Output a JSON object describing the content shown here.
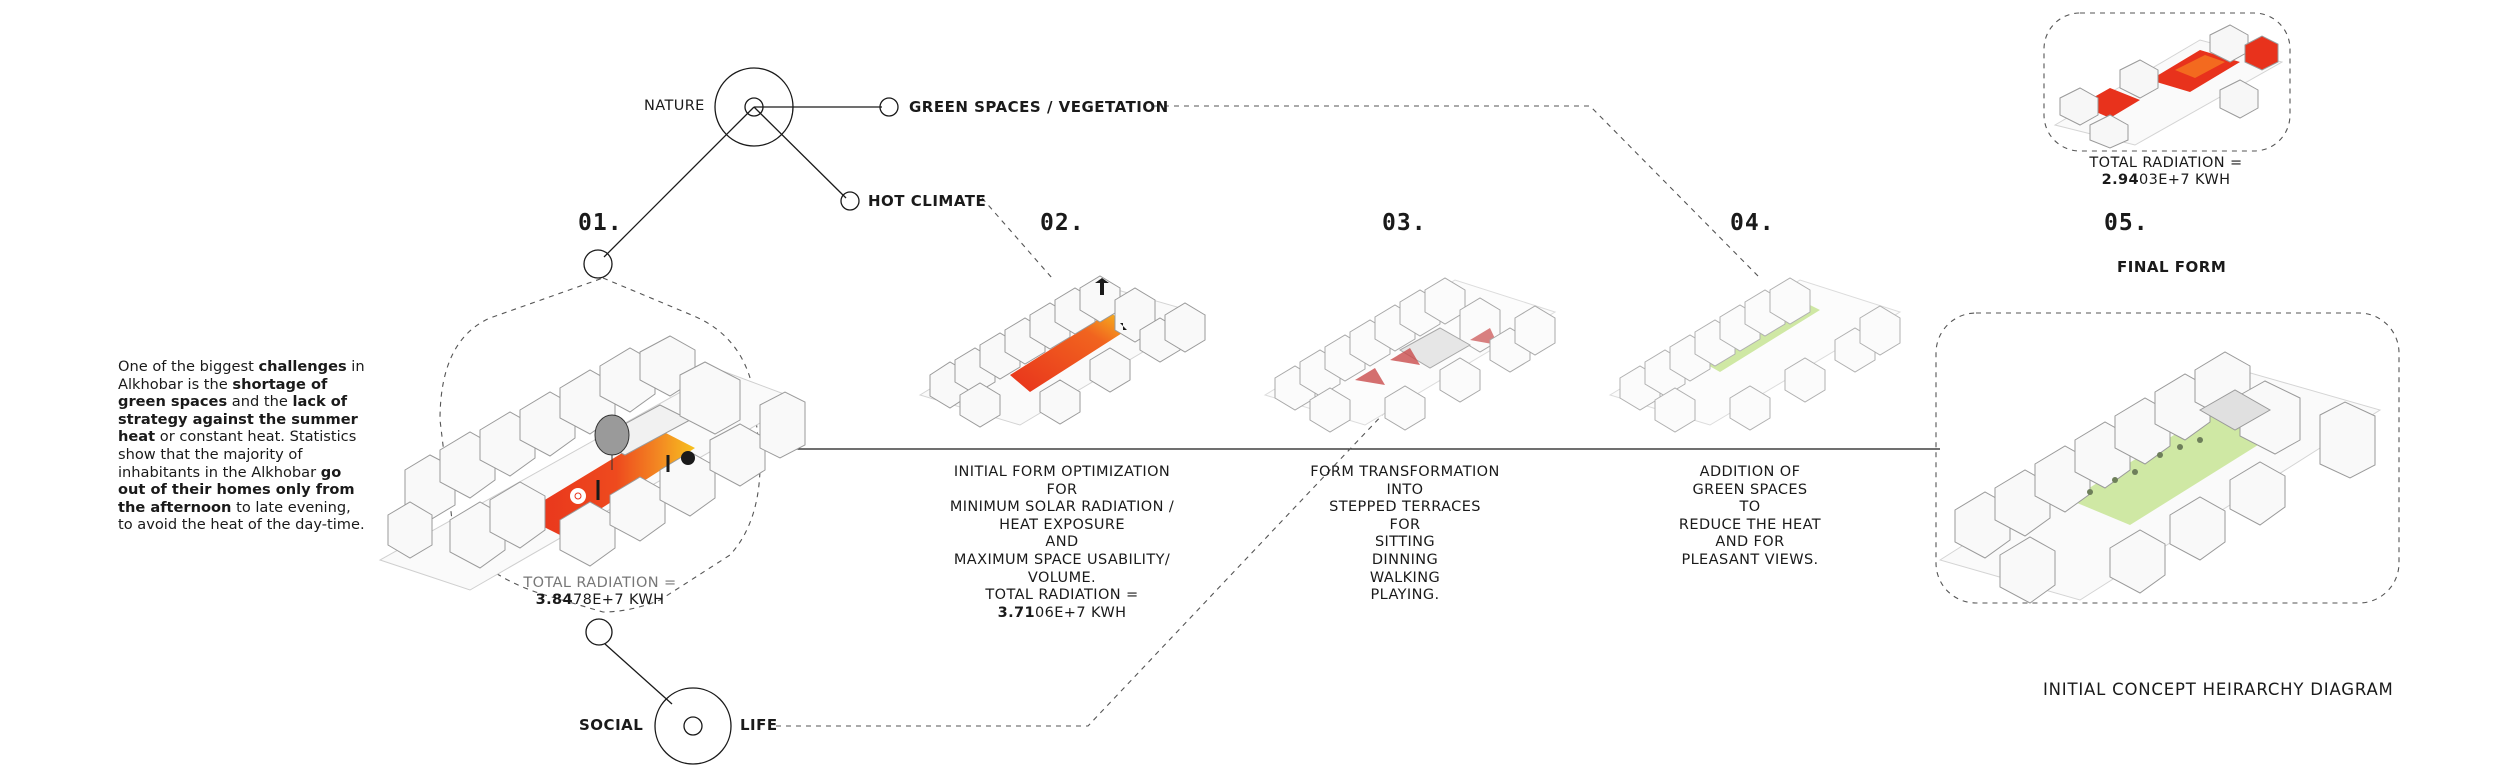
{
  "intro": {
    "p1": "One of the biggest ",
    "b1": "challenges",
    "p2": " in Alkhobar is the ",
    "b2": "shortage of green spaces",
    "p3": " and the ",
    "b3": "lack of strategy against the summer heat",
    "p4": " or constant heat. Statistics show that the majority of inhabitants in the Alkhobar ",
    "b4": "go out of their homes only from the afternoon",
    "p5": " to late evening, to avoid the heat of the day-time."
  },
  "hierarchy": {
    "nature": "NATURE",
    "green": "GREEN SPACES / VEGETATION",
    "hot": "HOT CLIMATE",
    "social": "SOCIAL",
    "life": "LIFE"
  },
  "stages": [
    {
      "num": "01.",
      "radiation": {
        "label": "TOTAL RADIATION =",
        "bold": "3.84",
        "rest": "78E+7 KWH"
      }
    },
    {
      "num": "02.",
      "lines": [
        "INITIAL FORM OPTIMIZATION",
        "FOR",
        "MINIMUM SOLAR RADIATION /",
        "HEAT EXPOSURE",
        "AND",
        "MAXIMUM SPACE USABILITY/",
        "VOLUME."
      ],
      "radiation": {
        "label": "TOTAL RADIATION =",
        "bold": "3.71",
        "rest": "06E+7 KWH"
      }
    },
    {
      "num": "03.",
      "lines": [
        "FORM TRANSFORMATION",
        "INTO",
        "STEPPED TERRACES",
        "FOR",
        "SITTING",
        "DINNING",
        "WALKING",
        "PLAYING."
      ]
    },
    {
      "num": "04.",
      "lines": [
        "ADDITION OF",
        "GREEN SPACES",
        "TO",
        "REDUCE THE HEAT",
        "AND FOR",
        "PLEASANT VIEWS."
      ]
    },
    {
      "num": "05.",
      "label": "FINAL FORM",
      "radiation": {
        "label": "TOTAL RADIATION =",
        "bold": "2.94",
        "rest": "03E+7 KWH"
      }
    }
  ],
  "diagram_title": "INITIAL CONCEPT HEIRARCHY DIAGRAM",
  "colors": {
    "heat_red": "#e8321c",
    "heat_orange": "#f36a1f",
    "heat_yellow": "#f7c11e",
    "green": "#cfe8a4",
    "line": "#1a1a1a",
    "block_face": "#f7f7f7",
    "block_edge": "#9a9a9a"
  }
}
